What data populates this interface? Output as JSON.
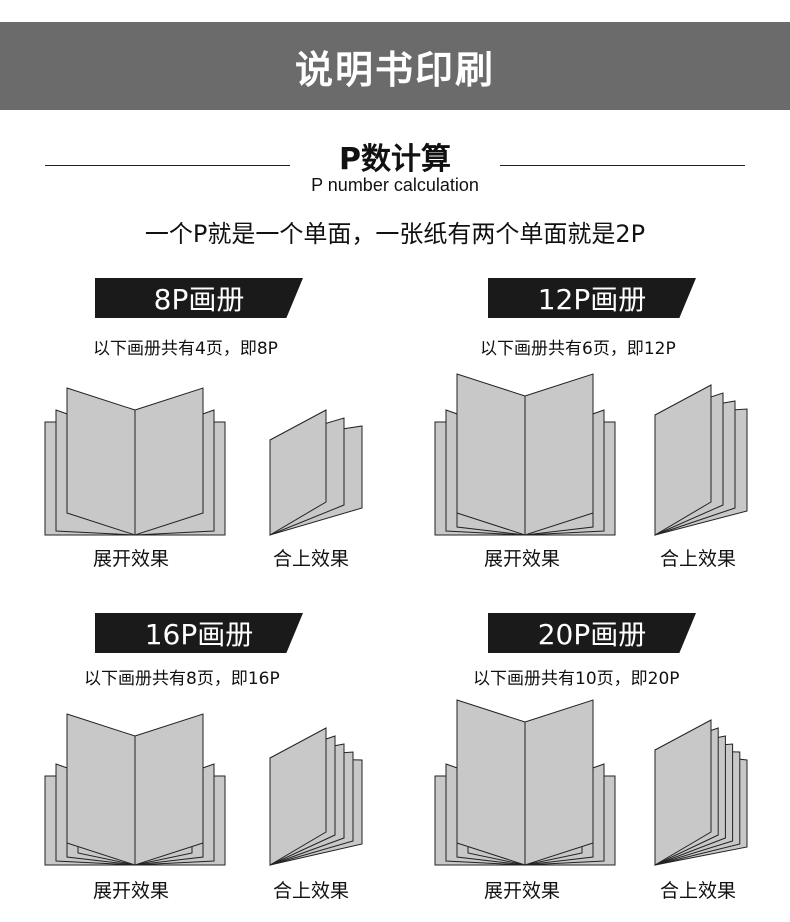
{
  "banner": {
    "title": "说明书印刷"
  },
  "section": {
    "title": "P数计算",
    "subtitle": "P number calculation"
  },
  "intro": "一个P就是一个单面，一张纸有两个单面就是2P",
  "albums": [
    {
      "tag": "8P画册",
      "note": "以下画册共有4页，即8P",
      "open_caption": "展开效果",
      "closed_caption": "合上效果",
      "pages": 4
    },
    {
      "tag": "12P画册",
      "note": "以下画册共有6页，即12P",
      "open_caption": "展开效果",
      "closed_caption": "合上效果",
      "pages": 6
    },
    {
      "tag": "16P画册",
      "note": "以下画册共有8页，即16P",
      "open_caption": "展开效果",
      "closed_caption": "合上效果",
      "pages": 8
    },
    {
      "tag": "20P画册",
      "note": "以下画册共有10页，即20P",
      "open_caption": "展开效果",
      "closed_caption": "合上效果",
      "pages": 10
    }
  ]
}
